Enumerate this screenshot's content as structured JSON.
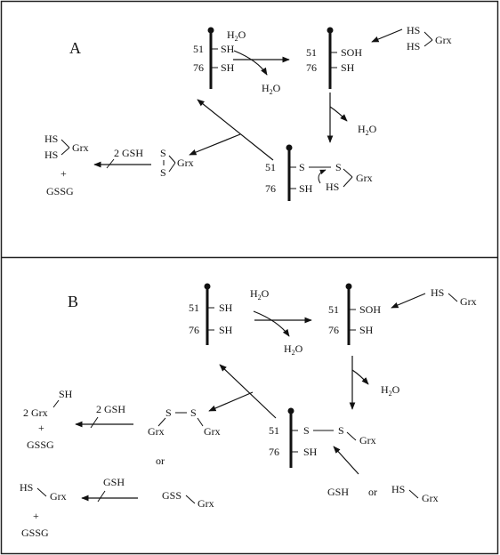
{
  "panels": [
    {
      "label": "A"
    },
    {
      "label": "B"
    }
  ],
  "text": {
    "pos51": "51",
    "pos76": "76",
    "sh": "SH",
    "soh": "SOH",
    "s": "S",
    "hs": "HS",
    "grx": "Grx",
    "h2o2_main": "H",
    "h2o2_sub": "2",
    "h2o2_tail": "O",
    "h2o_main": "H",
    "h2o_sub": "2",
    "h2o_tail": "O",
    "gsh2": "2 GSH",
    "gsh": "GSH",
    "gssg": "GSSG",
    "plus": "+",
    "two_grx": "2 Grx",
    "or": "or",
    "gss": "GSS"
  }
}
